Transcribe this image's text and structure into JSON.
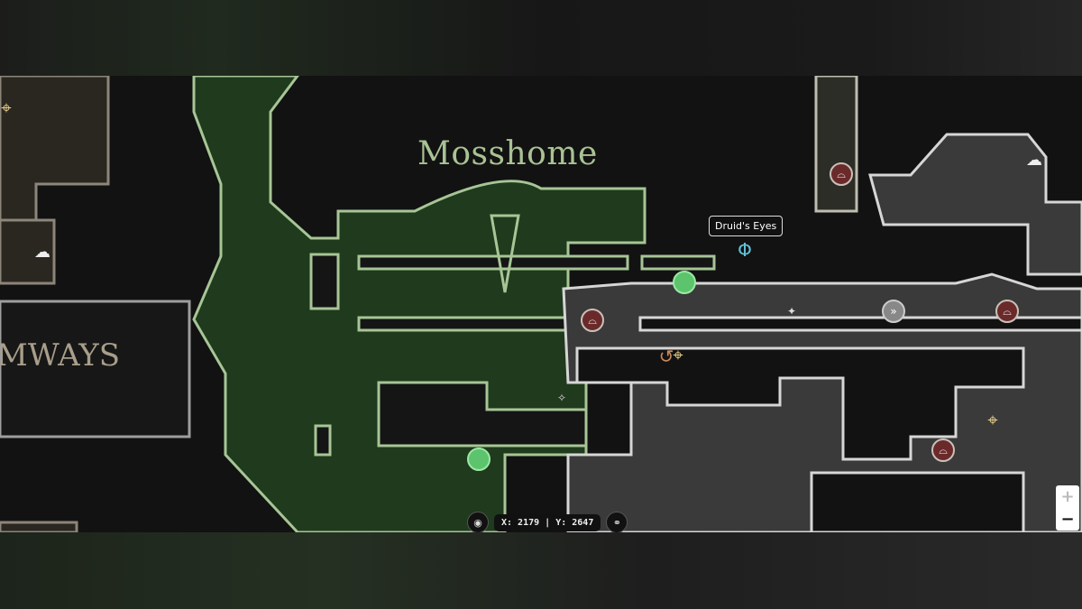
{
  "map": {
    "regions": {
      "mosshome": "Mosshome",
      "partial_left": "MWAYS"
    },
    "tooltip": "Druid's Eyes",
    "coordinates": "X: 2179 | Y: 2647",
    "zoom_in": "+",
    "zoom_out": "−"
  },
  "colors": {
    "moss": "#1f3a1c",
    "grey": "#3a3a3a",
    "outline": "#cfd8c4"
  }
}
